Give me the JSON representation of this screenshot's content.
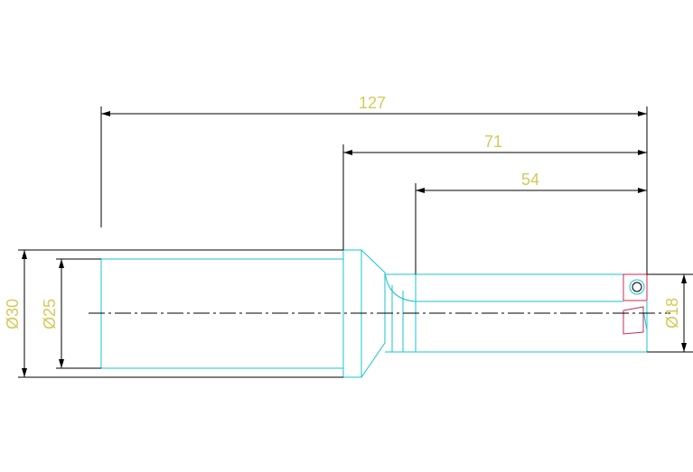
{
  "drawing": {
    "background": "#ffffff",
    "colors": {
      "dimension_line": "#000000",
      "dimension_text": "#d4c95a",
      "outline": "#19c6cc",
      "insert": "#cc2a4e",
      "centerline": "#000000"
    },
    "dimensions": {
      "overall_length": "127",
      "step_length": "71",
      "flute_length": "54",
      "shank_diameter": "Ø30",
      "shank_bore_diameter": "Ø25",
      "tool_diameter": "Ø18"
    }
  }
}
